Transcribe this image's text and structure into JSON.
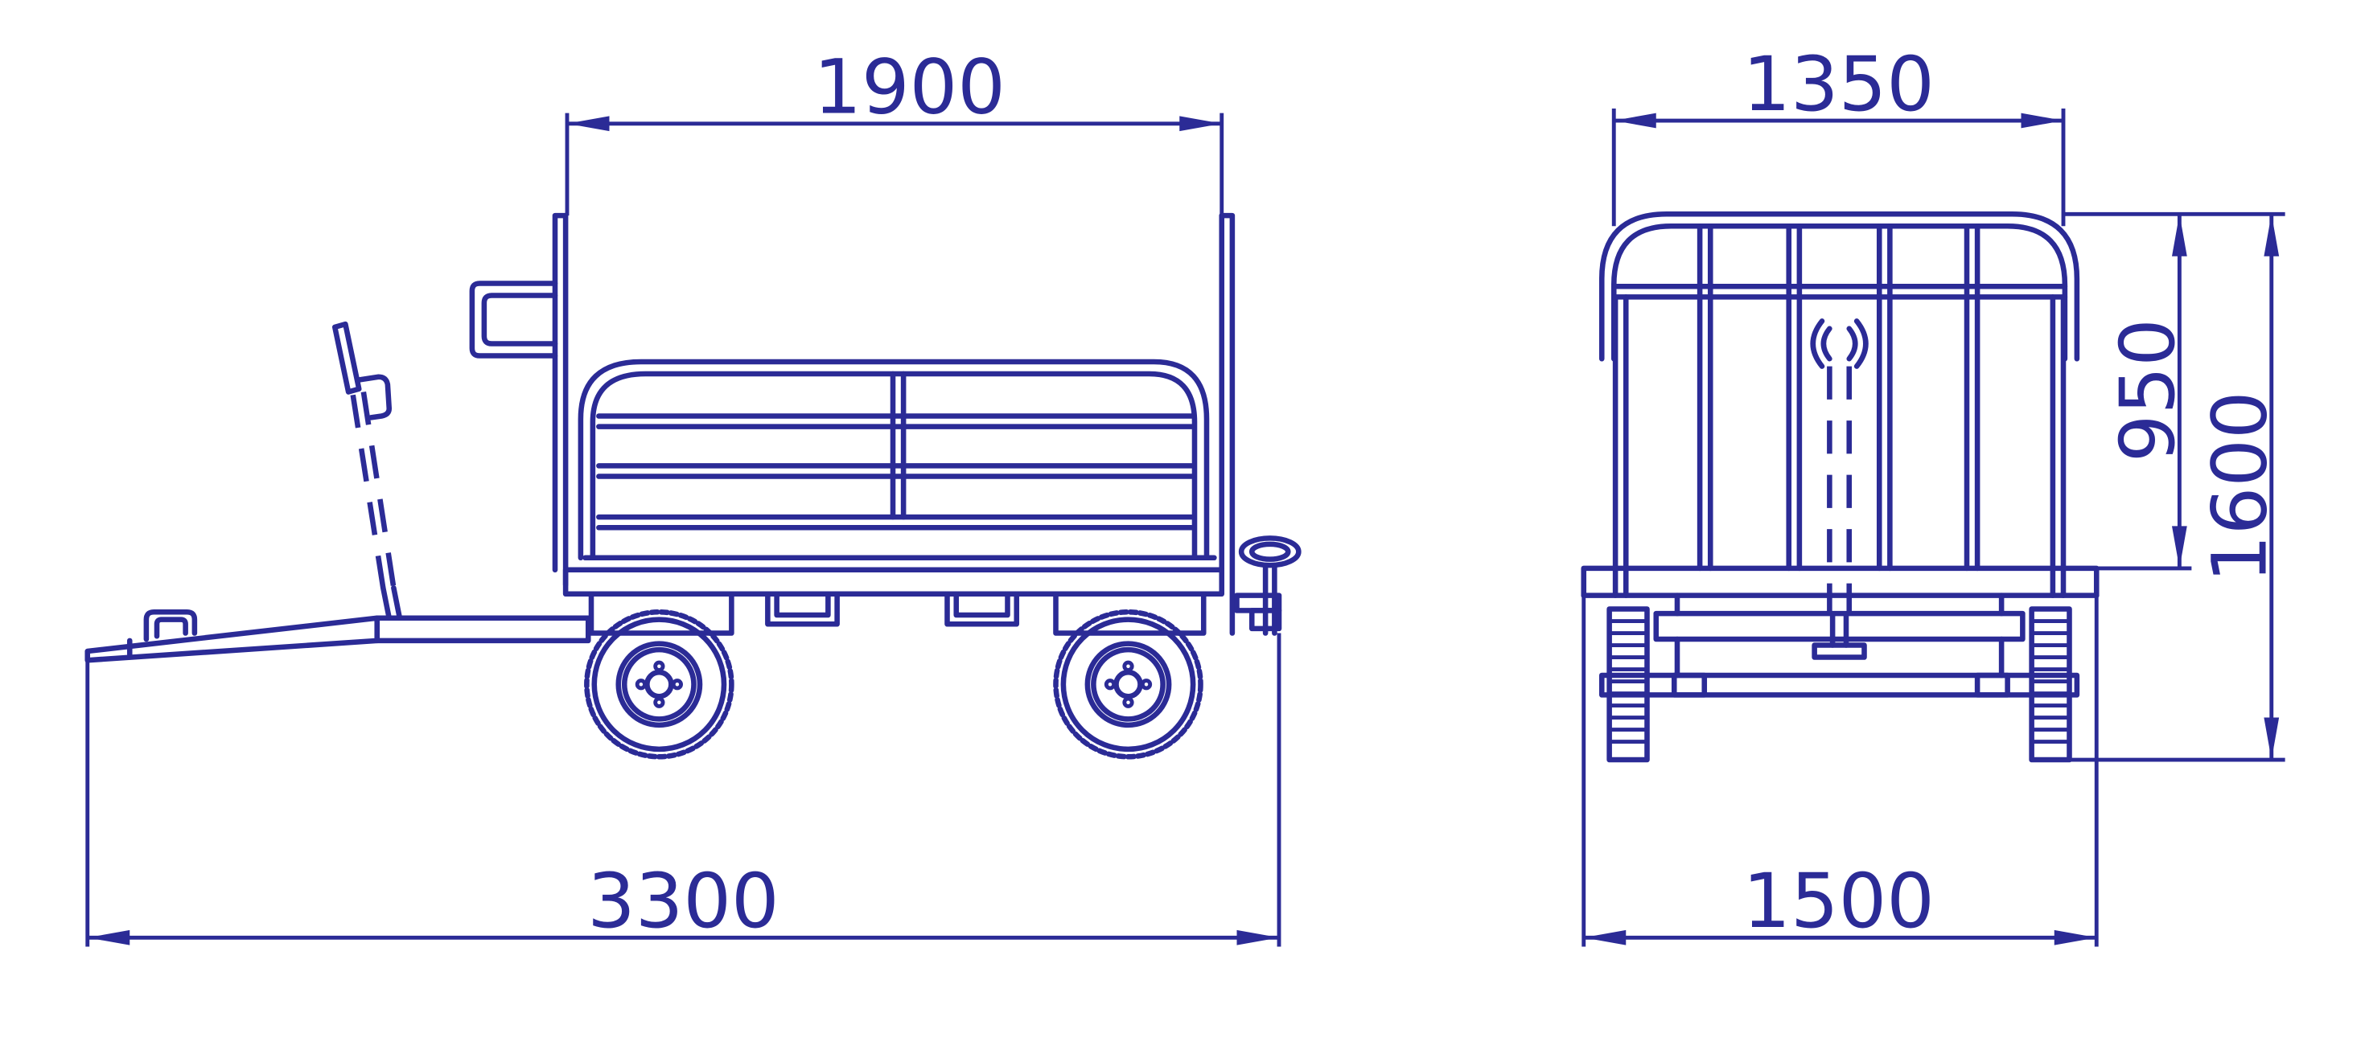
{
  "colors": {
    "line": "#2b2b96",
    "background": "#ffffff"
  },
  "side_view": {
    "dimensions": {
      "top_width": "1900",
      "overall_length": "3300"
    }
  },
  "front_view": {
    "dimensions": {
      "top_width": "1350",
      "bottom_width": "1500",
      "rail_height": "950",
      "overall_height": "1600"
    }
  }
}
